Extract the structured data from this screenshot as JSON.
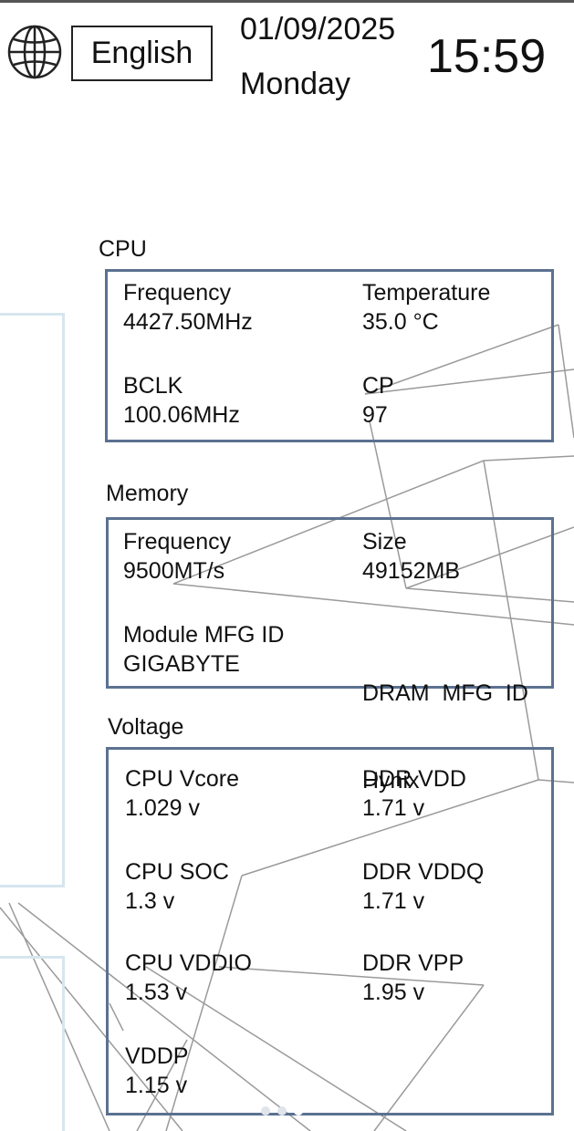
{
  "header": {
    "language_label": "English",
    "date": "01/09/2025",
    "day": "Monday",
    "time": "15:59",
    "icon": "globe-icon"
  },
  "cpu": {
    "title": "CPU",
    "frequency_label": "Frequency",
    "frequency_value": "4427.50MHz",
    "temperature_label": "Temperature",
    "temperature_value": "35.0 °C",
    "bclk_label": "BCLK",
    "bclk_value": "100.06MHz",
    "cp_label": "CP",
    "cp_value": "97"
  },
  "memory": {
    "title": "Memory",
    "frequency_label": "Frequency",
    "frequency_value": "9500MT/s",
    "size_label": "Size",
    "size_value": "49152MB",
    "module_mfg_label": "Module MFG ID",
    "module_mfg_value": "GIGABYTE",
    "dram_mfg_label": "DRAM  MFG  ID",
    "dram_mfg_value": "Hynix"
  },
  "voltage": {
    "title": "Voltage",
    "cpu_vcore_label": "CPU Vcore",
    "cpu_vcore_value": "1.029 v",
    "ddr_vdd_label": "DDR VDD",
    "ddr_vdd_value": "1.71 v",
    "cpu_soc_label": "CPU SOC",
    "cpu_soc_value": "1.3 v",
    "ddr_vddq_label": "DDR VDDQ",
    "ddr_vddq_value": "1.71 v",
    "cpu_vddio_label": "CPU VDDIO",
    "cpu_vddio_value": "1.53 v",
    "ddr_vpp_label": "DDR VPP",
    "ddr_vpp_value": "1.95 v",
    "vddp_label": "VDDP",
    "vddp_value": "1.15 v"
  },
  "pager": {
    "pages": 3,
    "active_index": 2
  },
  "colors": {
    "box_border": "#5b7190",
    "left_panel_border": "#d6e6ef",
    "background_lines": "#9a9a9a"
  }
}
